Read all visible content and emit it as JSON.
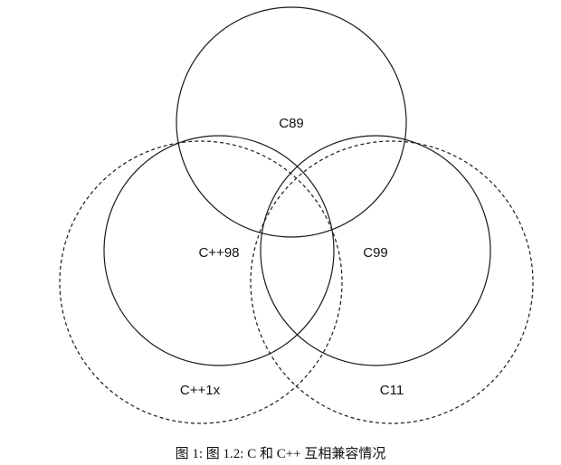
{
  "diagram": {
    "type": "venn",
    "sets": [
      {
        "label": "C89",
        "outline": "solid"
      },
      {
        "label": "C++98",
        "outline": "solid"
      },
      {
        "label": "C99",
        "outline": "solid"
      },
      {
        "label": "C++1x",
        "outline": "dashed"
      },
      {
        "label": "C11",
        "outline": "dashed"
      }
    ]
  },
  "caption": "图 1: 图 1.2: C 和 C++ 互相兼容情况"
}
